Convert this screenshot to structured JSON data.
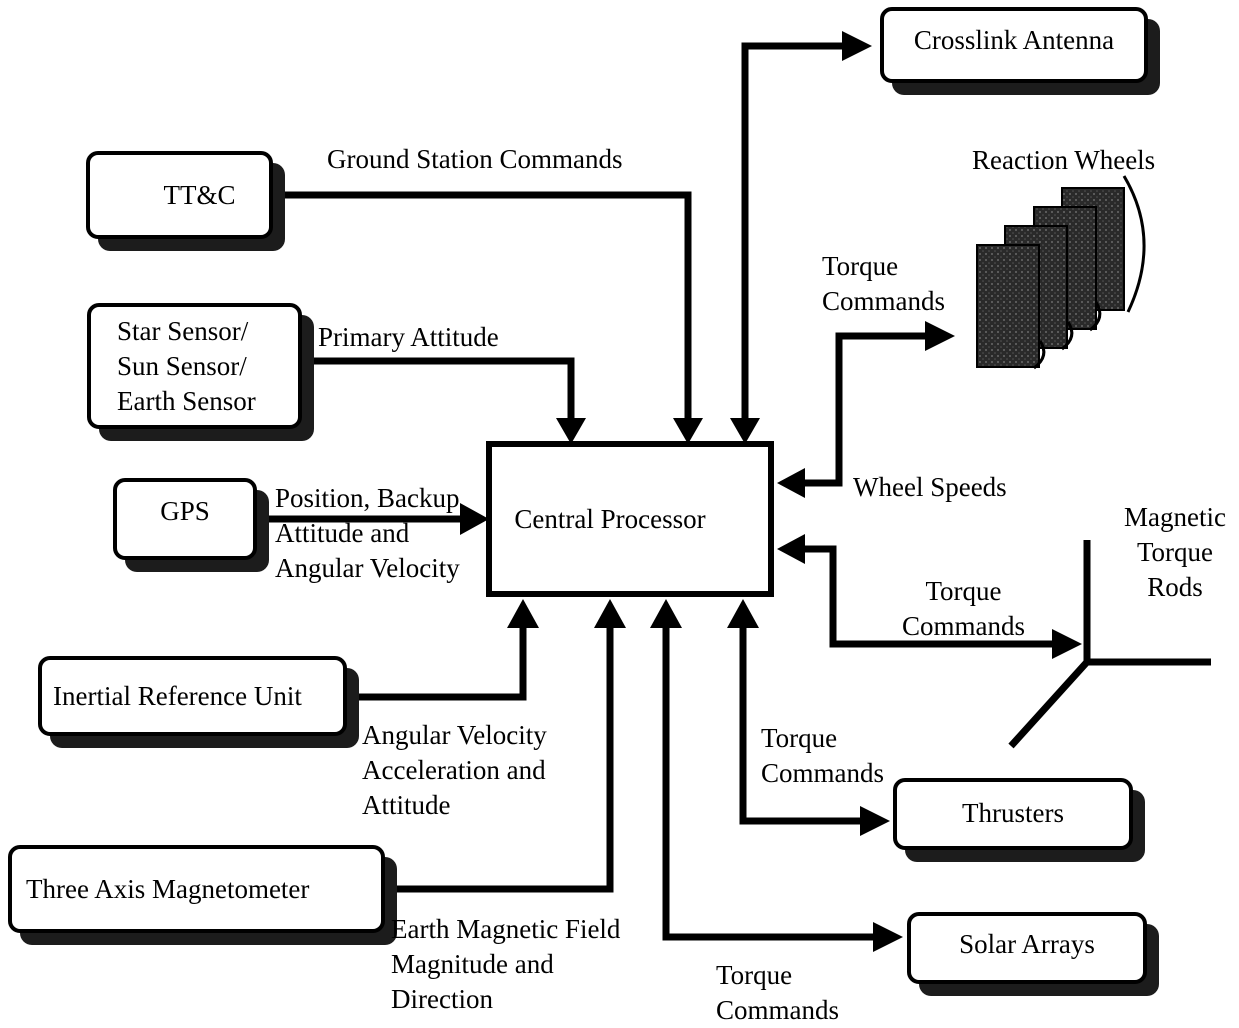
{
  "processor": "Central Processor",
  "boxes": {
    "ttc": "TT&C",
    "star_sensor": "Star Sensor/\nSun Sensor/\nEarth Sensor",
    "gps": "GPS",
    "iru": "Inertial Reference Unit",
    "magnetometer": "Three Axis Magnetometer",
    "crosslink": "Crosslink Antenna",
    "thrusters": "Thrusters",
    "solar": "Solar Arrays"
  },
  "labels": {
    "ground_station": "Ground Station Commands",
    "primary_attitude": "Primary Attitude",
    "gps_flow": "Position, Backup\nAttitude and\nAngular Velocity",
    "iru_flow": "Angular Velocity\nAcceleration and\nAttitude",
    "mag_flow": "Earth Magnetic Field\nMagnitude and\nDirection",
    "reaction_wheels": "Reaction Wheels",
    "rw_torque": "Torque\nCommands",
    "wheel_speeds": "Wheel Speeds",
    "torque_rods": "Magnetic\nTorque\nRods",
    "rods_torque": "Torque\nCommands",
    "thruster_torque": "Torque\nCommands",
    "solar_torque": "Torque\nCommands"
  }
}
